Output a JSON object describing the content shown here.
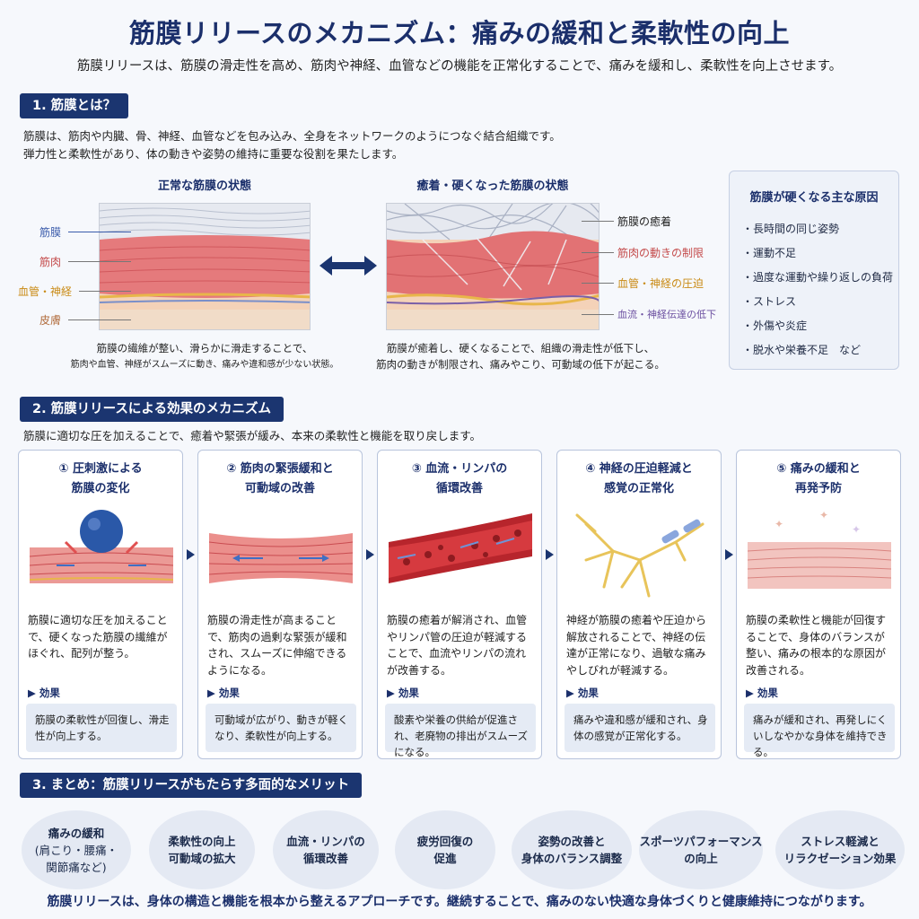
{
  "header": {
    "title": "筋膜リリースのメカニズム：痛みの緩和と柔軟性の向上",
    "subtitle": "筋膜リリースは、筋膜の滑走性を高め、筋肉や神経、血管などの機能を正常化することで、痛みを緩和し、柔軟性を向上させます。"
  },
  "section1": {
    "heading": "1. 筋膜とは？",
    "line1": "筋膜は、筋肉や内臓、骨、神経、血管などを包み込み、全身をネットワークのようにつなぐ結合組織です。",
    "line2": "弾力性と柔軟性があり、体の動きや姿勢の維持に重要な役割を果たします。",
    "normal": {
      "title": "正常な筋膜の状態",
      "labels": [
        "筋膜",
        "筋肉",
        "血管・神経",
        "皮膚"
      ],
      "caption1": "筋膜の繊維が整い、滑らかに滑走することで、",
      "caption2": "筋肉や血管、神経がスムーズに動き、痛みや違和感が少ない状態。"
    },
    "adhered": {
      "title": "癒着・硬くなった筋膜の状態",
      "labels": [
        "筋膜の癒着",
        "筋肉の動きの制限",
        "血管・神経の圧迫",
        "血流・神経伝達の低下"
      ],
      "caption1": "筋膜が癒着し、硬くなることで、組織の滑走性が低下し、",
      "caption2": "筋肉の動きが制限され、痛みやこり、可動域の低下が起こる。"
    },
    "causes": {
      "title": "筋膜が硬くなる主な原因",
      "items": [
        "・長時間の同じ姿勢",
        "・運動不足",
        "・過度な運動や繰り返しの負荷",
        "・ストレス",
        "・外傷や炎症",
        "・脱水や栄養不足　など"
      ]
    }
  },
  "section2": {
    "heading": "2. 筋膜リリースによる効果のメカニズム",
    "intro": "筋膜に適切な圧を加えることで、癒着や緊張が緩み、本来の柔軟性と機能を取り戻します。",
    "effect_label": "▶ 効果",
    "steps": [
      {
        "title1": "① 圧刺激による",
        "title2": "筋膜の変化",
        "text": "筋膜に適切な圧を加えることで、硬くなった筋膜の繊維がほぐれ、配列が整う。",
        "effect": "筋膜の柔軟性が回復し、滑走性が向上する。"
      },
      {
        "title1": "② 筋肉の緊張緩和と",
        "title2": "可動域の改善",
        "text": "筋膜の滑走性が高まることで、筋肉の過剰な緊張が緩和され、スムーズに伸縮できるようになる。",
        "effect": "可動域が広がり、動きが軽くなり、柔軟性が向上する。"
      },
      {
        "title1": "③ 血流・リンパの",
        "title2": "循環改善",
        "text": "筋膜の癒着が解消され、血管やリンパ管の圧迫が軽減することで、血流やリンパの流れが改善する。",
        "effect": "酸素や栄養の供給が促進され、老廃物の排出がスムーズになる。"
      },
      {
        "title1": "④ 神経の圧迫軽減と",
        "title2": "感覚の正常化",
        "text": "神経が筋膜の癒着や圧迫から解放されることで、神経の伝達が正常になり、過敏な痛みやしびれが軽減する。",
        "effect": "痛みや違和感が緩和され、身体の感覚が正常化する。"
      },
      {
        "title1": "⑤ 痛みの緩和と",
        "title2": "再発予防",
        "text": "筋膜の柔軟性と機能が回復することで、身体のバランスが整い、痛みの根本的な原因が改善される。",
        "effect": "痛みが緩和され、再発しにくいしなやかな身体を維持できる。"
      }
    ]
  },
  "section3": {
    "heading": "3. まとめ：筋膜リリースがもたらす多面的なメリット",
    "benefits": [
      {
        "line1": "痛みの緩和",
        "line2": "(肩こり・腰痛・",
        "line3": "関節痛など)"
      },
      {
        "line1": "柔軟性の向上",
        "line2": "可動域の拡大",
        "line3": ""
      },
      {
        "line1": "血流・リンパの",
        "line2": "循環改善",
        "line3": ""
      },
      {
        "line1": "疲労回復の",
        "line2": "促進",
        "line3": ""
      },
      {
        "line1": "姿勢の改善と",
        "line2": "身体のバランス調整",
        "line3": ""
      },
      {
        "line1": "スポーツパフォーマンス",
        "line2": "の向上",
        "line3": ""
      },
      {
        "line1": "ストレス軽減と",
        "line2": "リラクゼーション効果",
        "line3": ""
      }
    ]
  },
  "footer": {
    "text": "筋膜リリースは、身体の構造と機能を根本から整えるアプローチです。継続することで、痛みのない快適な身体づくりと健康維持につながります。"
  },
  "colors": {
    "navy": "#1b3570",
    "muscle": "#e0666a",
    "fascia": "#d9dde6",
    "vessel": "#e8b64a",
    "skin": "#f4d2b8"
  }
}
